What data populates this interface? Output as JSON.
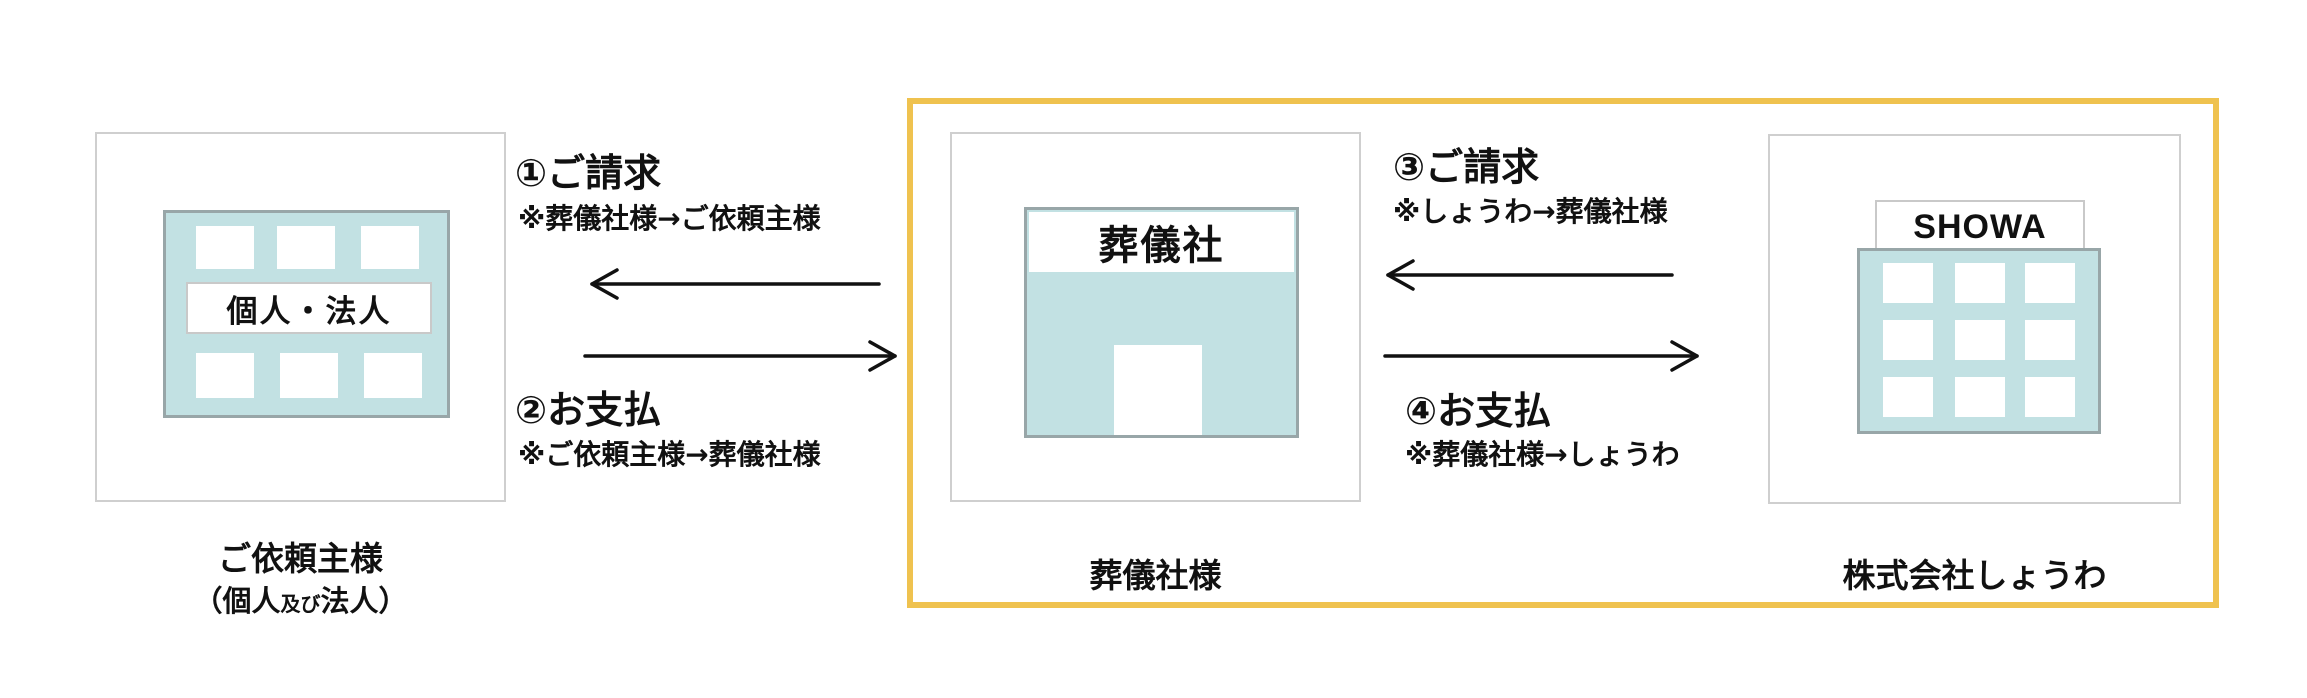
{
  "parties": {
    "client": {
      "building_sign": "個人・法人",
      "label": "ご依頼主様",
      "sublabel_open": "（個人",
      "sublabel_small": "及び",
      "sublabel_close": "法人）"
    },
    "funeral": {
      "building_sign": "葬儀社",
      "label": "葬儀社様"
    },
    "showa": {
      "building_sign": "SHOWA",
      "label": "株式会社しょうわ"
    }
  },
  "flows": {
    "step1": {
      "title": "①ご請求",
      "sub": "※葬儀社様→ご依頼主様"
    },
    "step2": {
      "title": "②お支払",
      "sub": "※ご依頼主様→葬儀社様"
    },
    "step3": {
      "title": "③ご請求",
      "sub": "※しょうわ→葬儀社様"
    },
    "step4": {
      "title": "④お支払",
      "sub": "※葬儀社様→しょうわ"
    }
  },
  "colors": {
    "highlight_frame": "#efc24f",
    "building_fill": "#c2e1e3",
    "building_border": "#98a6a8",
    "panel_border": "#cfcfcf",
    "arrow": "#111111"
  }
}
